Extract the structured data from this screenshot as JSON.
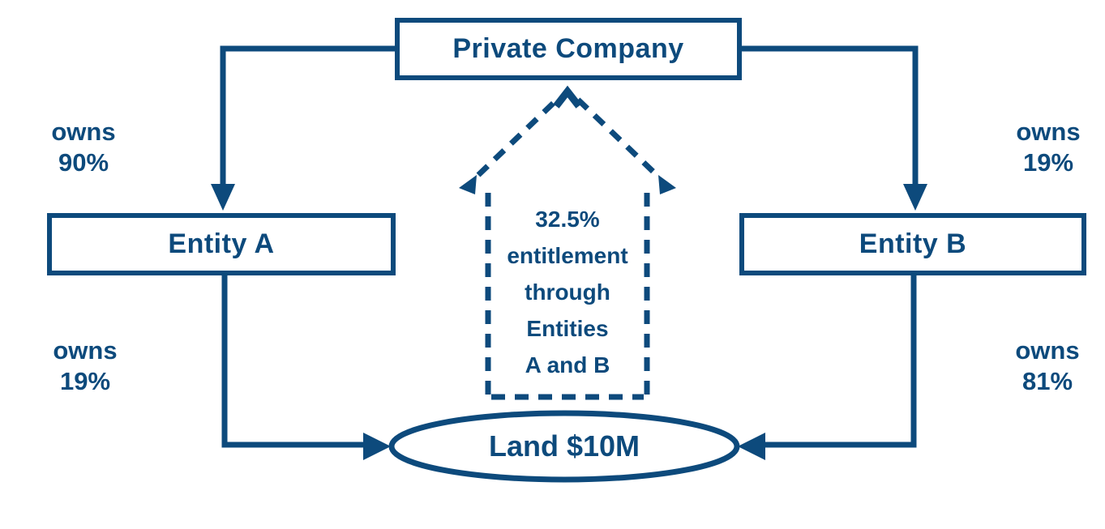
{
  "title": "Ownership structure diagram",
  "colors": {
    "primary": "#0d4a7c",
    "background": "#ffffff"
  },
  "nodes": {
    "private_company": {
      "label": "Private Company"
    },
    "entity_a": {
      "label": "Entity A"
    },
    "entity_b": {
      "label": "Entity B"
    },
    "land": {
      "label": "Land $10M"
    }
  },
  "edges": {
    "pc_to_entity_a": {
      "line1": "owns",
      "line2": "90%"
    },
    "pc_to_entity_b": {
      "line1": "owns",
      "line2": "19%"
    },
    "entity_a_to_land": {
      "line1": "owns",
      "line2": "19%"
    },
    "entity_b_to_land": {
      "line1": "owns",
      "line2": "81%"
    },
    "entitlement": {
      "lines": [
        "32.5%",
        "entitlement",
        "through",
        "Entities",
        "A and B"
      ]
    }
  }
}
